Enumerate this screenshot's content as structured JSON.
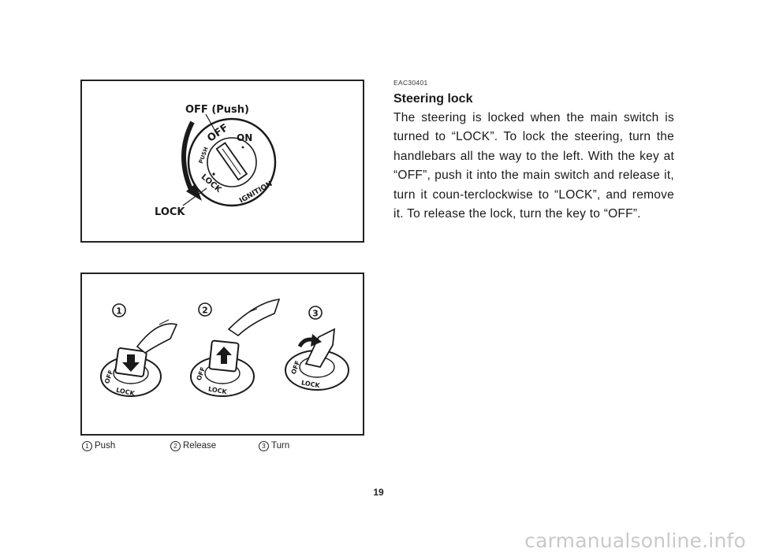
{
  "figure1": {
    "label_off_push": "OFF (Push)",
    "label_lock": "LOCK",
    "dial_text_off": "OFF",
    "dial_text_on": "ON",
    "dial_text_push": "PUSH",
    "dial_text_lock": "LOCK",
    "dial_text_ignition": "IGNITION"
  },
  "figure2": {
    "step_markers": [
      "1",
      "2",
      "3"
    ],
    "switch_text_off": "OFF",
    "switch_text_lock": "LOCK"
  },
  "captions": [
    {
      "num": "1",
      "label": "Push"
    },
    {
      "num": "2",
      "label": "Release"
    },
    {
      "num": "3",
      "label": "Turn"
    }
  ],
  "section": {
    "code": "EAC30401",
    "title": "Steering lock",
    "body": "The steering is locked when the main switch is turned to “LOCK”. To lock the steering, turn the handlebars all the way to the left. With the key at “OFF”, push it into the main switch and release it, turn it coun-terclockwise to “LOCK”, and remove it. To release the lock, turn the key to “OFF”."
  },
  "page_number": "19",
  "watermark": "carmanualsonline.info"
}
